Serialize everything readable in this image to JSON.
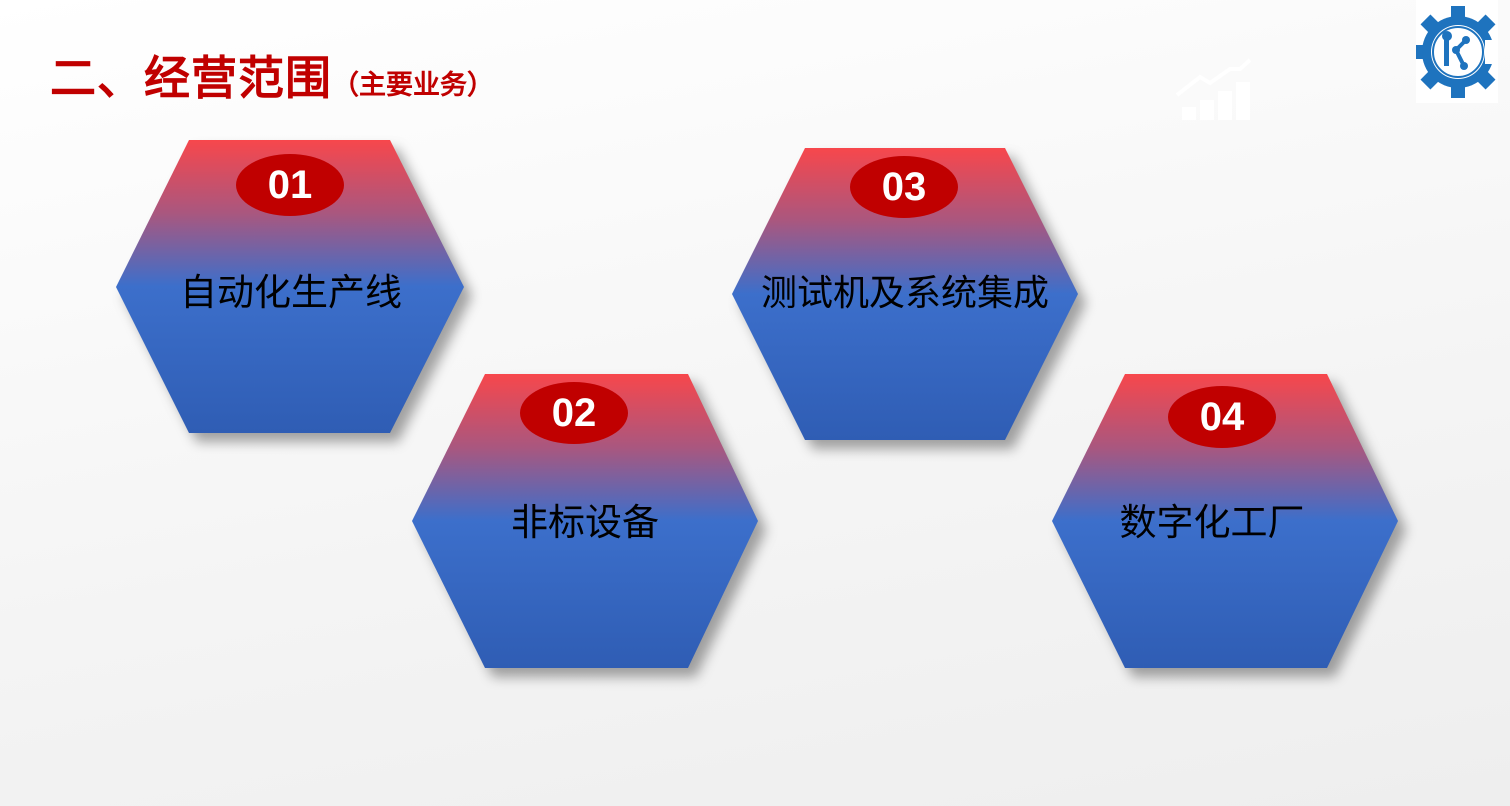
{
  "header": {
    "title": "二、经营范围",
    "subtitle": "（主要业务）"
  },
  "icons": {
    "chart": "chart-growth-icon",
    "logo": "gear-robot-wrench-logo"
  },
  "colors": {
    "accent": "#c00000",
    "hex_top": "#f7474c",
    "hex_mid": "#3c6fcb",
    "hex_bottom": "#2f5db4",
    "logo_blue": "#1e73be"
  },
  "items": [
    {
      "number": "01",
      "label": "自动化生产线"
    },
    {
      "number": "02",
      "label": "非标设备"
    },
    {
      "number": "03",
      "label": "测试机及系统集成"
    },
    {
      "number": "04",
      "label": "数字化工厂"
    }
  ]
}
